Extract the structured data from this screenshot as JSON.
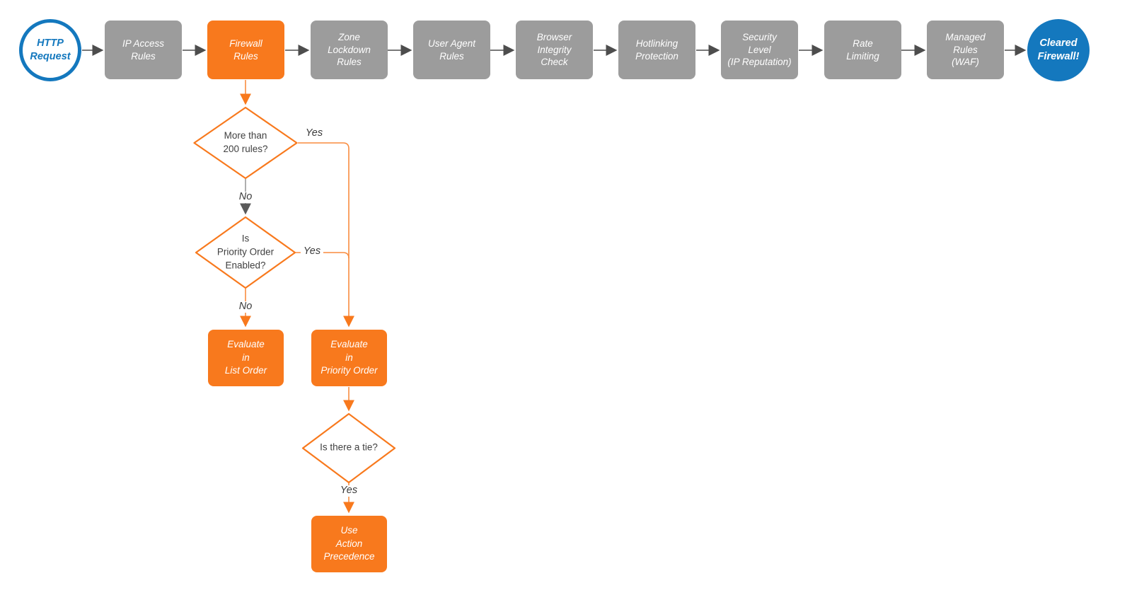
{
  "diagram": {
    "start": {
      "label": "HTTP\nRequest"
    },
    "end": {
      "label": "Cleared\nFirewall!"
    },
    "stages": [
      {
        "label": "IP Access\nRules",
        "variant": "gray"
      },
      {
        "label": "Firewall\nRules",
        "variant": "orange"
      },
      {
        "label": "Zone\nLockdown\nRules",
        "variant": "gray"
      },
      {
        "label": "User Agent\nRules",
        "variant": "gray"
      },
      {
        "label": "Browser\nIntegrity\nCheck",
        "variant": "gray"
      },
      {
        "label": "Hotlinking\nProtection",
        "variant": "gray"
      },
      {
        "label": "Security\nLevel\n(IP Reputation)",
        "variant": "gray"
      },
      {
        "label": "Rate\nLimiting",
        "variant": "gray"
      },
      {
        "label": "Managed\nRules\n(WAF)",
        "variant": "gray"
      }
    ],
    "decisions": [
      {
        "label": "More than\n200 rules?"
      },
      {
        "label": "Is\nPriority Order\nEnabled?"
      },
      {
        "label": "Is there a tie?"
      }
    ],
    "actions": [
      {
        "label": "Evaluate\nin\nList Order"
      },
      {
        "label": "Evaluate\nin\nPriority Order"
      },
      {
        "label": "Use\nAction\nPrecedence"
      }
    ],
    "edge_labels": {
      "decision1_yes": "Yes",
      "decision1_no": "No",
      "decision2_yes": "Yes",
      "decision2_no": "No",
      "decision3_yes": "Yes"
    },
    "colors": {
      "orange": "#F8791D",
      "orange_line": "#F98C3F",
      "gray_node": "#9C9C9C",
      "blue": "#1478BE",
      "arrow_gray": "#4D4D4D",
      "text_dark": "#414141"
    }
  }
}
